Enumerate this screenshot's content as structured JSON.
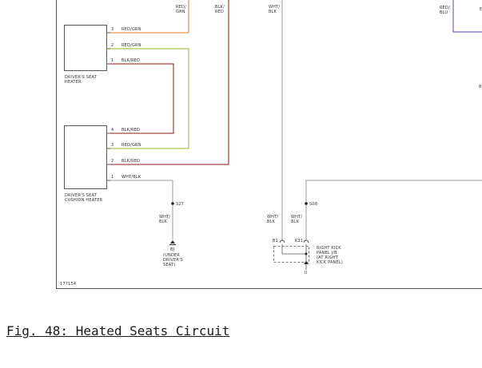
{
  "colors": {
    "red_grn": "#e07a1c",
    "blk_red": "#8b1a1a",
    "red_grn2": "#8fb52a",
    "wht_blk": "#9a9a9a",
    "red_blu": "#6a3cb0",
    "frame": "#555555"
  },
  "top_labels": {
    "red_grn": "RED/\nGRN",
    "blk_red": "BLK/\nRED",
    "wht_blk": "WHT/\nBLK",
    "red_blu": "RED/\nBLU",
    "edge_e": "E",
    "edge_b": "B"
  },
  "driver_seat_heater": {
    "name": "DRIVER'S SEAT\nHEATER",
    "pins": [
      {
        "num": "3",
        "wire": "RED/GRN"
      },
      {
        "num": "2",
        "wire": "RED/GRN"
      },
      {
        "num": "1",
        "wire": "BLK/RED"
      }
    ]
  },
  "driver_seat_cushion_heater": {
    "name": "DRIVER'S SEAT\nCUSHION HEATER",
    "pins": [
      {
        "num": "4",
        "wire": "BLK/RED"
      },
      {
        "num": "3",
        "wire": "RED/GRN"
      },
      {
        "num": "2",
        "wire": "BLK/RED"
      },
      {
        "num": "1",
        "wire": "WHT/BLK"
      }
    ]
  },
  "splices": {
    "s27": "S27",
    "s08": "S08"
  },
  "lower_labels": {
    "wht_blk_left": "WHT/\nBLK",
    "wht_blk_mid1": "WHT/\nBLK",
    "wht_blk_mid2": "WHT/\nBLK"
  },
  "ground": {
    "id": "BJ",
    "desc": "(UNDER\nDRIVER'S\nSEAT)"
  },
  "kick_panel": {
    "pin_left": "B1",
    "pin_right": "K31",
    "desc": "RIGHT KICK\nPANEL J/B\n(AT RIGHT\nKICK PANEL)",
    "bottom": "II"
  },
  "figure_id": "177154",
  "caption": "Fig. 48: Heated Seats Circuit"
}
